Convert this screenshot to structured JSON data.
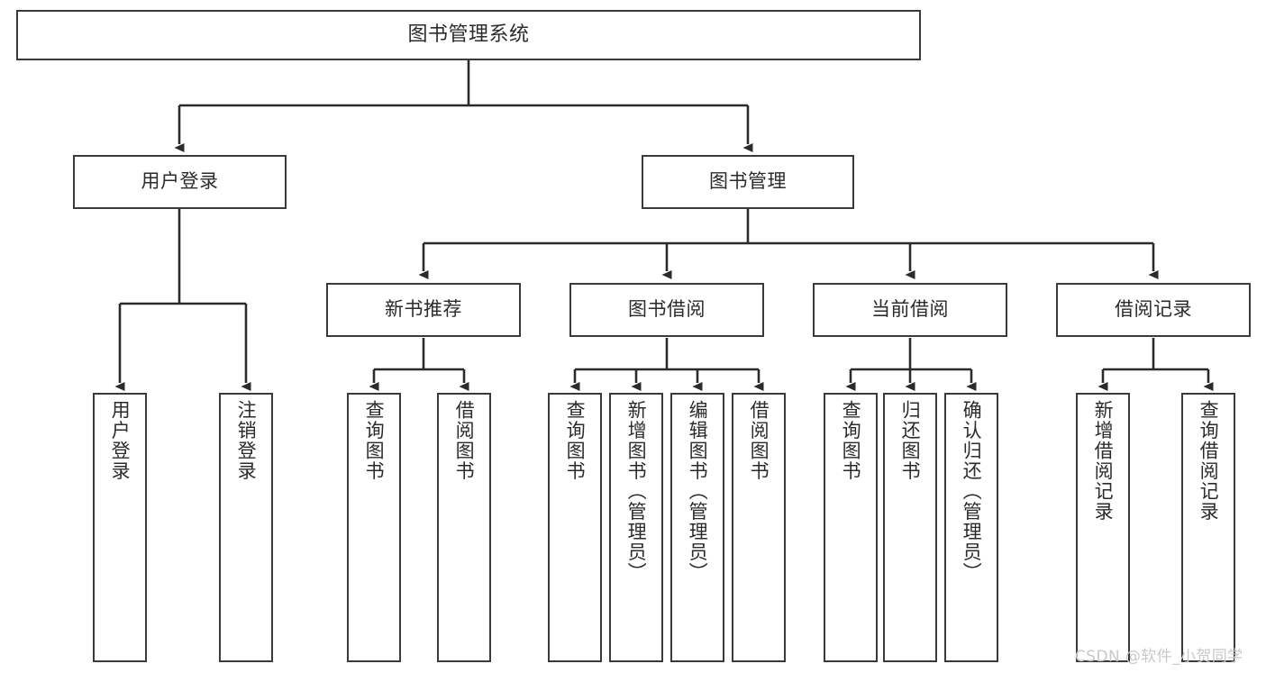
{
  "diagram": {
    "title": "图书管理系统",
    "type": "functional-structure-tree",
    "stroke_color": "#3a3a3a",
    "text_color": "#2b2b2b",
    "background_color": "#ffffff",
    "watermark": "CSDN @软件_小贺同学"
  },
  "nodes": {
    "root": {
      "label": "图书管理系统"
    },
    "level1": [
      {
        "id": "user-login",
        "label": "用户登录"
      },
      {
        "id": "book-management",
        "label": "图书管理"
      }
    ],
    "level2": [
      {
        "id": "new-book-recommend",
        "label": "新书推荐"
      },
      {
        "id": "book-borrow",
        "label": "图书借阅"
      },
      {
        "id": "current-borrow",
        "label": "当前借阅"
      },
      {
        "id": "borrow-record",
        "label": "借阅记录"
      }
    ],
    "leaves": {
      "user_login": [
        {
          "id": "leaf-user-login",
          "label": "用户登录"
        },
        {
          "id": "leaf-logout-login",
          "label": "注销登录"
        }
      ],
      "new_book_recommend": [
        {
          "id": "leaf-query-book-1",
          "label": "查询图书"
        },
        {
          "id": "leaf-borrow-book-1",
          "label": "借阅图书"
        }
      ],
      "book_borrow": [
        {
          "id": "leaf-query-book-2",
          "label": "查询图书"
        },
        {
          "id": "leaf-add-book",
          "label": "新增图书（管理员）"
        },
        {
          "id": "leaf-edit-book",
          "label": "编辑图书（管理员）"
        },
        {
          "id": "leaf-borrow-book-2",
          "label": "借阅图书"
        }
      ],
      "current_borrow": [
        {
          "id": "leaf-query-book-3",
          "label": "查询图书"
        },
        {
          "id": "leaf-return-book",
          "label": "归还图书"
        },
        {
          "id": "leaf-confirm-return",
          "label": "确认归还（管理员）"
        }
      ],
      "borrow_record": [
        {
          "id": "leaf-add-record",
          "label": "新增借阅记录"
        },
        {
          "id": "leaf-query-record",
          "label": "查询借阅记录"
        }
      ]
    }
  }
}
